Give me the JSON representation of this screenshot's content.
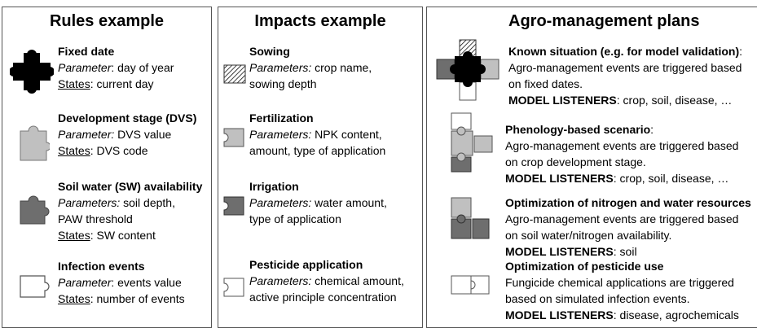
{
  "rules": {
    "title": "Rules example",
    "items": [
      {
        "name": "Fixed date",
        "param_label": "Parameter",
        "param_value": ": day of year",
        "states_label": "States",
        "states_value": ": current day",
        "icon": "puzzle-piece-black-icon",
        "color": "#000000"
      },
      {
        "name": "Development stage (DVS)",
        "param_label": "Parameter:",
        "param_value": " DVS value",
        "states_label": "States",
        "states_value": ": DVS code",
        "icon": "puzzle-piece-light-gray-icon",
        "color": "#c0c0c0"
      },
      {
        "name": "Soil water (SW) availability",
        "param_label": "Parameters:",
        "param_value": " soil depth,",
        "param_value2": "PAW threshold",
        "states_label": "States",
        "states_value": ": SW content",
        "icon": "puzzle-piece-dark-gray-icon",
        "color": "#6e6e6e"
      },
      {
        "name": "Infection events",
        "param_label": "Parameter",
        "param_value": ": events value",
        "states_label": "States",
        "states_value": ": number of events",
        "icon": "puzzle-piece-white-icon",
        "color": "#ffffff"
      }
    ]
  },
  "impacts": {
    "title": "Impacts example",
    "items": [
      {
        "name": "Sowing",
        "param_label": "Parameters:",
        "param_value": " crop name,",
        "param_value2": "sowing depth",
        "icon": "hatched-block-icon"
      },
      {
        "name": "Fertilization",
        "param_label": "Parameters:",
        "param_value": " NPK content,",
        "param_value2": "amount, type of application",
        "icon": "light-gray-socket-icon",
        "color": "#c0c0c0"
      },
      {
        "name": "Irrigation",
        "param_label": "Parameters:",
        "param_value": " water amount,",
        "param_value2": "type of application",
        "icon": "dark-gray-socket-icon",
        "color": "#6e6e6e"
      },
      {
        "name": "Pesticide application",
        "param_label": "Parameters:",
        "param_value": " chemical amount,",
        "param_value2": "active principle concentration",
        "icon": "white-socket-icon",
        "color": "#ffffff"
      }
    ]
  },
  "plans": {
    "title": "Agro-management plans",
    "items": [
      {
        "name": "Known situation (e.g. for model validation)",
        "name_suffix": ":",
        "line1": "Agro-management events are triggered based",
        "line2": "on fixed dates.",
        "listeners_label": "MODEL LISTENERS",
        "listeners_value": ": crop, soil, disease, …"
      },
      {
        "name": "Phenology-based scenario",
        "name_suffix": ":",
        "line1": "Agro-management events are triggered based",
        "line2": "on crop development stage.",
        "listeners_label": "MODEL LISTENERS",
        "listeners_value": ": crop, soil, disease,  …"
      },
      {
        "name": "Optimization of nitrogen and water resources",
        "name_suffix": "",
        "line1": "Agro-management events are triggered based",
        "line2": "on soil water/nitrogen availability.",
        "listeners_label": "MODEL LISTENERS",
        "listeners_value": ": soil"
      },
      {
        "name": "Optimization of pesticide use",
        "name_suffix": "",
        "line1": "Fungicide chemical applications are triggered",
        "line2": "based on simulated infection events.",
        "listeners_label": "MODEL LISTENERS",
        "listeners_value": ": disease, agrochemicals"
      }
    ]
  },
  "colors": {
    "black": "#000000",
    "light_gray": "#c0c0c0",
    "dark_gray": "#6e6e6e",
    "white": "#ffffff",
    "border": "#555555"
  }
}
